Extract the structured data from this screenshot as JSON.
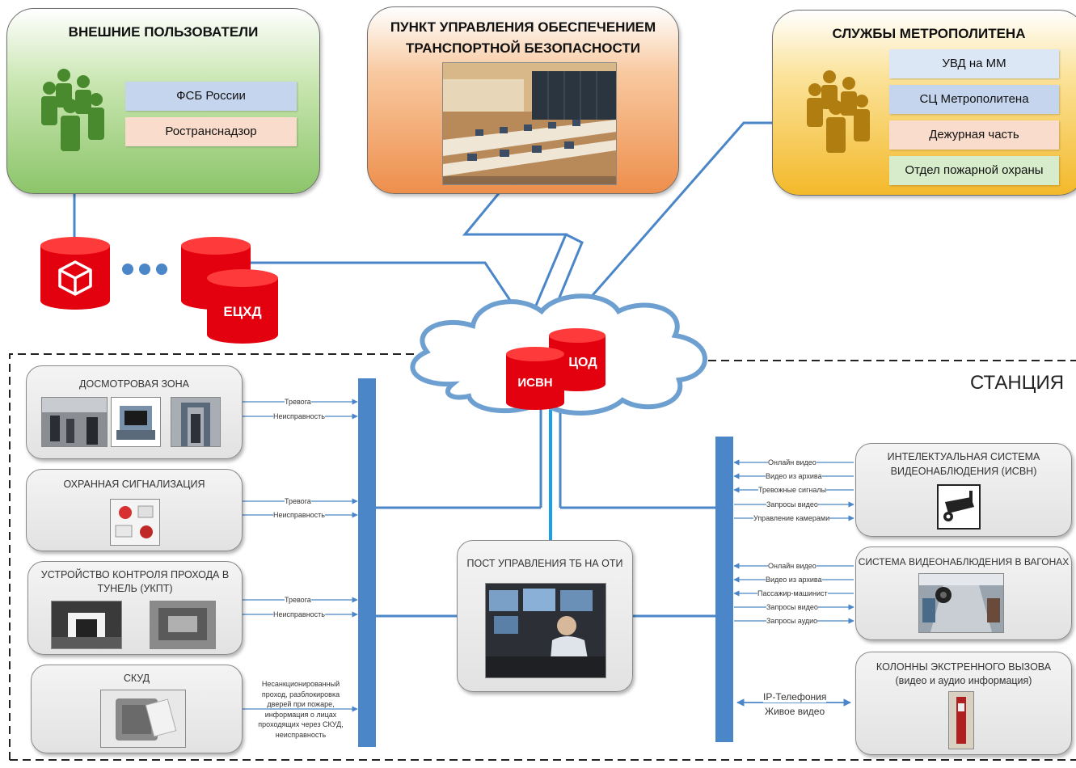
{
  "external_users": {
    "title": "ВНЕШНИЕ ПОЛЬЗОВАТЕЛИ",
    "items": [
      "ФСБ России",
      "Ространснадзор"
    ]
  },
  "control_center": {
    "title_line1": "ПУНКТ УПРАВЛЕНИЯ ОБЕСПЕЧЕНИЕМ",
    "title_line2": "ТРАНСПОРТНОЙ БЕЗОПАСНОСТИ"
  },
  "metro_services": {
    "title": "СЛУЖБЫ МЕТРОПОЛИТЕНА",
    "items": [
      "УВД на ММ",
      "СЦ Метрополитена",
      "Дежурная часть",
      "Отдел пожарной охраны"
    ]
  },
  "storage": {
    "ecxd_label": "ЕЦХД"
  },
  "cloud": {
    "cod_label": "ЦОД",
    "isvn_label": "ИСВН"
  },
  "station_label": "СТАНЦИЯ",
  "left_panels": {
    "inspection": {
      "title": "ДОСМОТРОВАЯ ЗОНА",
      "arrows": [
        "Тревога",
        "Неисправность"
      ]
    },
    "alarm": {
      "title": "ОХРАННАЯ СИГНАЛИЗАЦИЯ",
      "arrows": [
        "Тревога",
        "Неисправность"
      ]
    },
    "tunnel": {
      "title_line1": "УСТРОЙСТВО КОНТРОЛЯ ПРОХОДА В",
      "title_line2": "ТУНЕЛЬ (УКПТ)",
      "arrows": [
        "Тревога",
        "Неисправность"
      ]
    },
    "skud": {
      "title": "СКУД",
      "note_lines": [
        "Несанкционированный",
        "проход, разблокировка",
        "дверей при пожаре,",
        "информация о лицах",
        "проходящих через СКУД,",
        "неисправность"
      ]
    }
  },
  "center_post": {
    "title": "ПОСТ УПРАВЛЕНИЯ ТБ НА ОТИ"
  },
  "right_panels": {
    "isvn": {
      "title_line1": "ИНТЕЛЕКТУАЛЬНАЯ СИСТЕМА",
      "title_line2": "ВИДЕОНАБЛЮДЕНИЯ (ИСВН)",
      "arrows": [
        "Онлайн видео",
        "Видео из архива",
        "Тревожные сигналы",
        "Запросы видео",
        "Управление камерами"
      ]
    },
    "wagons": {
      "title": "СИСТЕМА ВИДЕОНАБЛЮДЕНИЯ В ВАГОНАХ",
      "arrows": [
        "Онлайн видео",
        "Видео из архива",
        "Пассажир-машинист",
        "Запросы видео",
        "Запросы аудио"
      ]
    },
    "emergency": {
      "title_line1": "КОЛОННЫ ЭКСТРЕННОГО ВЫЗОВА",
      "title_line2": "(видео и аудио информация)",
      "arrows": [
        "IP-Телефония",
        "Живое видео"
      ]
    }
  },
  "colors": {
    "line_blue": "#4a86c8",
    "bar_blue": "#4a86c8",
    "storage_red": "#e3000f",
    "green_box": "#9fd07a",
    "orange_box": "#f4a261",
    "yellow_box": "#f6c83a"
  }
}
